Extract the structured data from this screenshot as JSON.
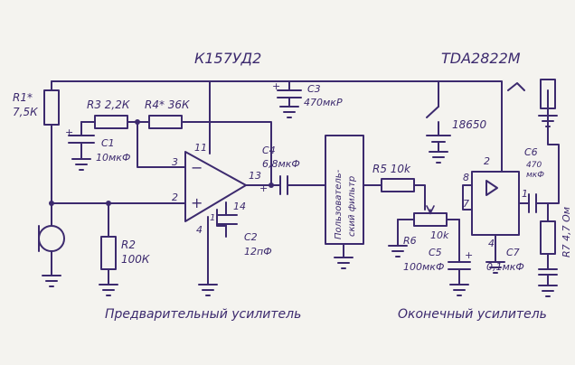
{
  "chip1": "К157УД2",
  "chip2": "TDA2822M",
  "components": {
    "r1_name": "R1*",
    "r1_val": "7,5К",
    "r3": "R3 2,2К",
    "r4": "R4* 36К",
    "c1_name": "С1",
    "c1_val": "10мкФ",
    "c3_name": "С3",
    "c3_val": "470мкР",
    "c4_name": "С4",
    "c4_val": "6,8мкФ",
    "c2_name": "С2",
    "c2_val": "12пФ",
    "r2_name": "R2",
    "r2_val": "100К",
    "r5": "R5 10k",
    "r6_name": "R6",
    "r6_val": "10k",
    "c5_name": "С5",
    "c5_val": "100мкФ",
    "c7_name": "С7",
    "c7_val": "0,1мкФ",
    "c6_name": "С6",
    "c6_val": "470",
    "c6_unit": "мкФ",
    "r7": "R7 4,7 Ом",
    "battery": "18650"
  },
  "pins": {
    "op_11": "11",
    "op_3": "3",
    "op_2": "2",
    "op_13": "13",
    "op_4": "4",
    "op_1": "1",
    "op_14": "14",
    "amp_2": "2",
    "amp_8": "8",
    "amp_7": "7",
    "amp_1": "1",
    "amp_4": "4"
  },
  "filter": {
    "line1": "Пользователь-",
    "line2": "ский фильтр"
  },
  "captions": {
    "preamp": "Предварительный усилитель",
    "final": "Оконечный усилитель"
  }
}
